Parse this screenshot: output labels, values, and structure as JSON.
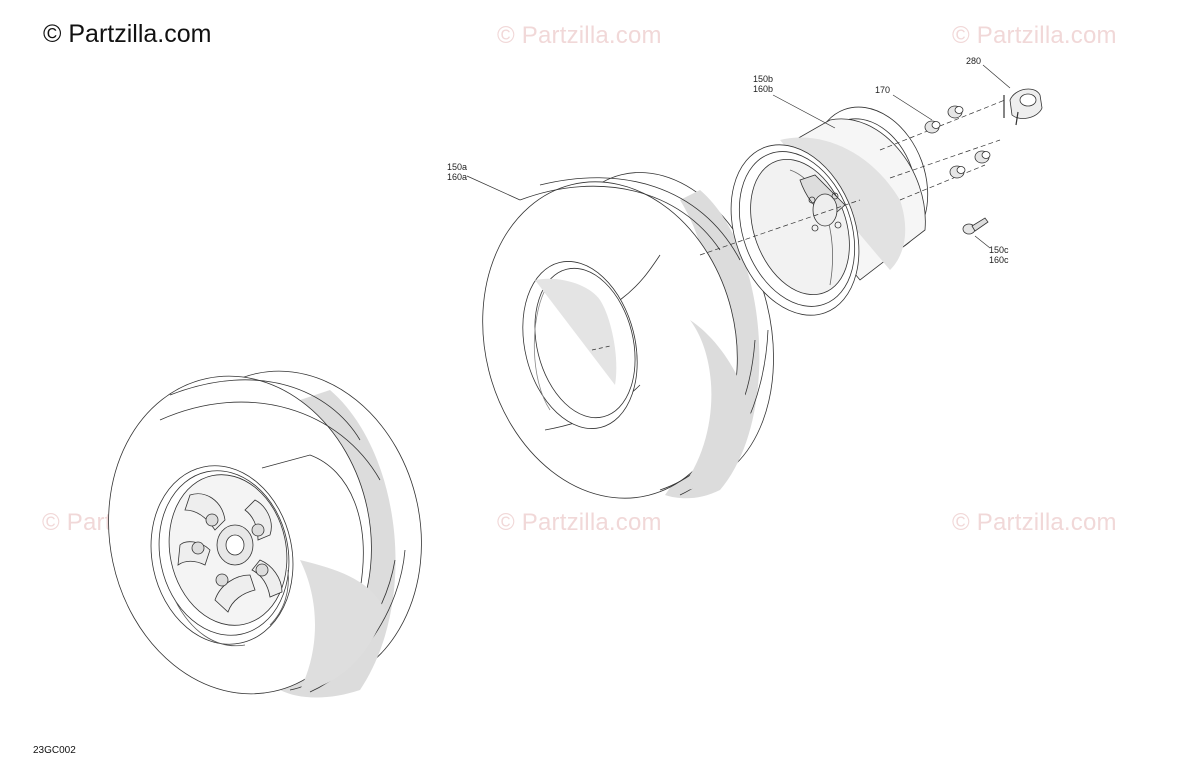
{
  "watermarks": {
    "main": "© Partzilla.com",
    "faint": "© Partzilla.com"
  },
  "diagram_code": "23GC002",
  "callouts": {
    "wheel_a": [
      "150a",
      "160a"
    ],
    "wheel_b": [
      "150b",
      "160b"
    ],
    "wheel_c": [
      "150c",
      "160c"
    ],
    "nut": "170",
    "cap": "280"
  },
  "colors": {
    "line": "#333333",
    "tire_shade": "#dadada",
    "watermark": "#f1d8d8"
  }
}
